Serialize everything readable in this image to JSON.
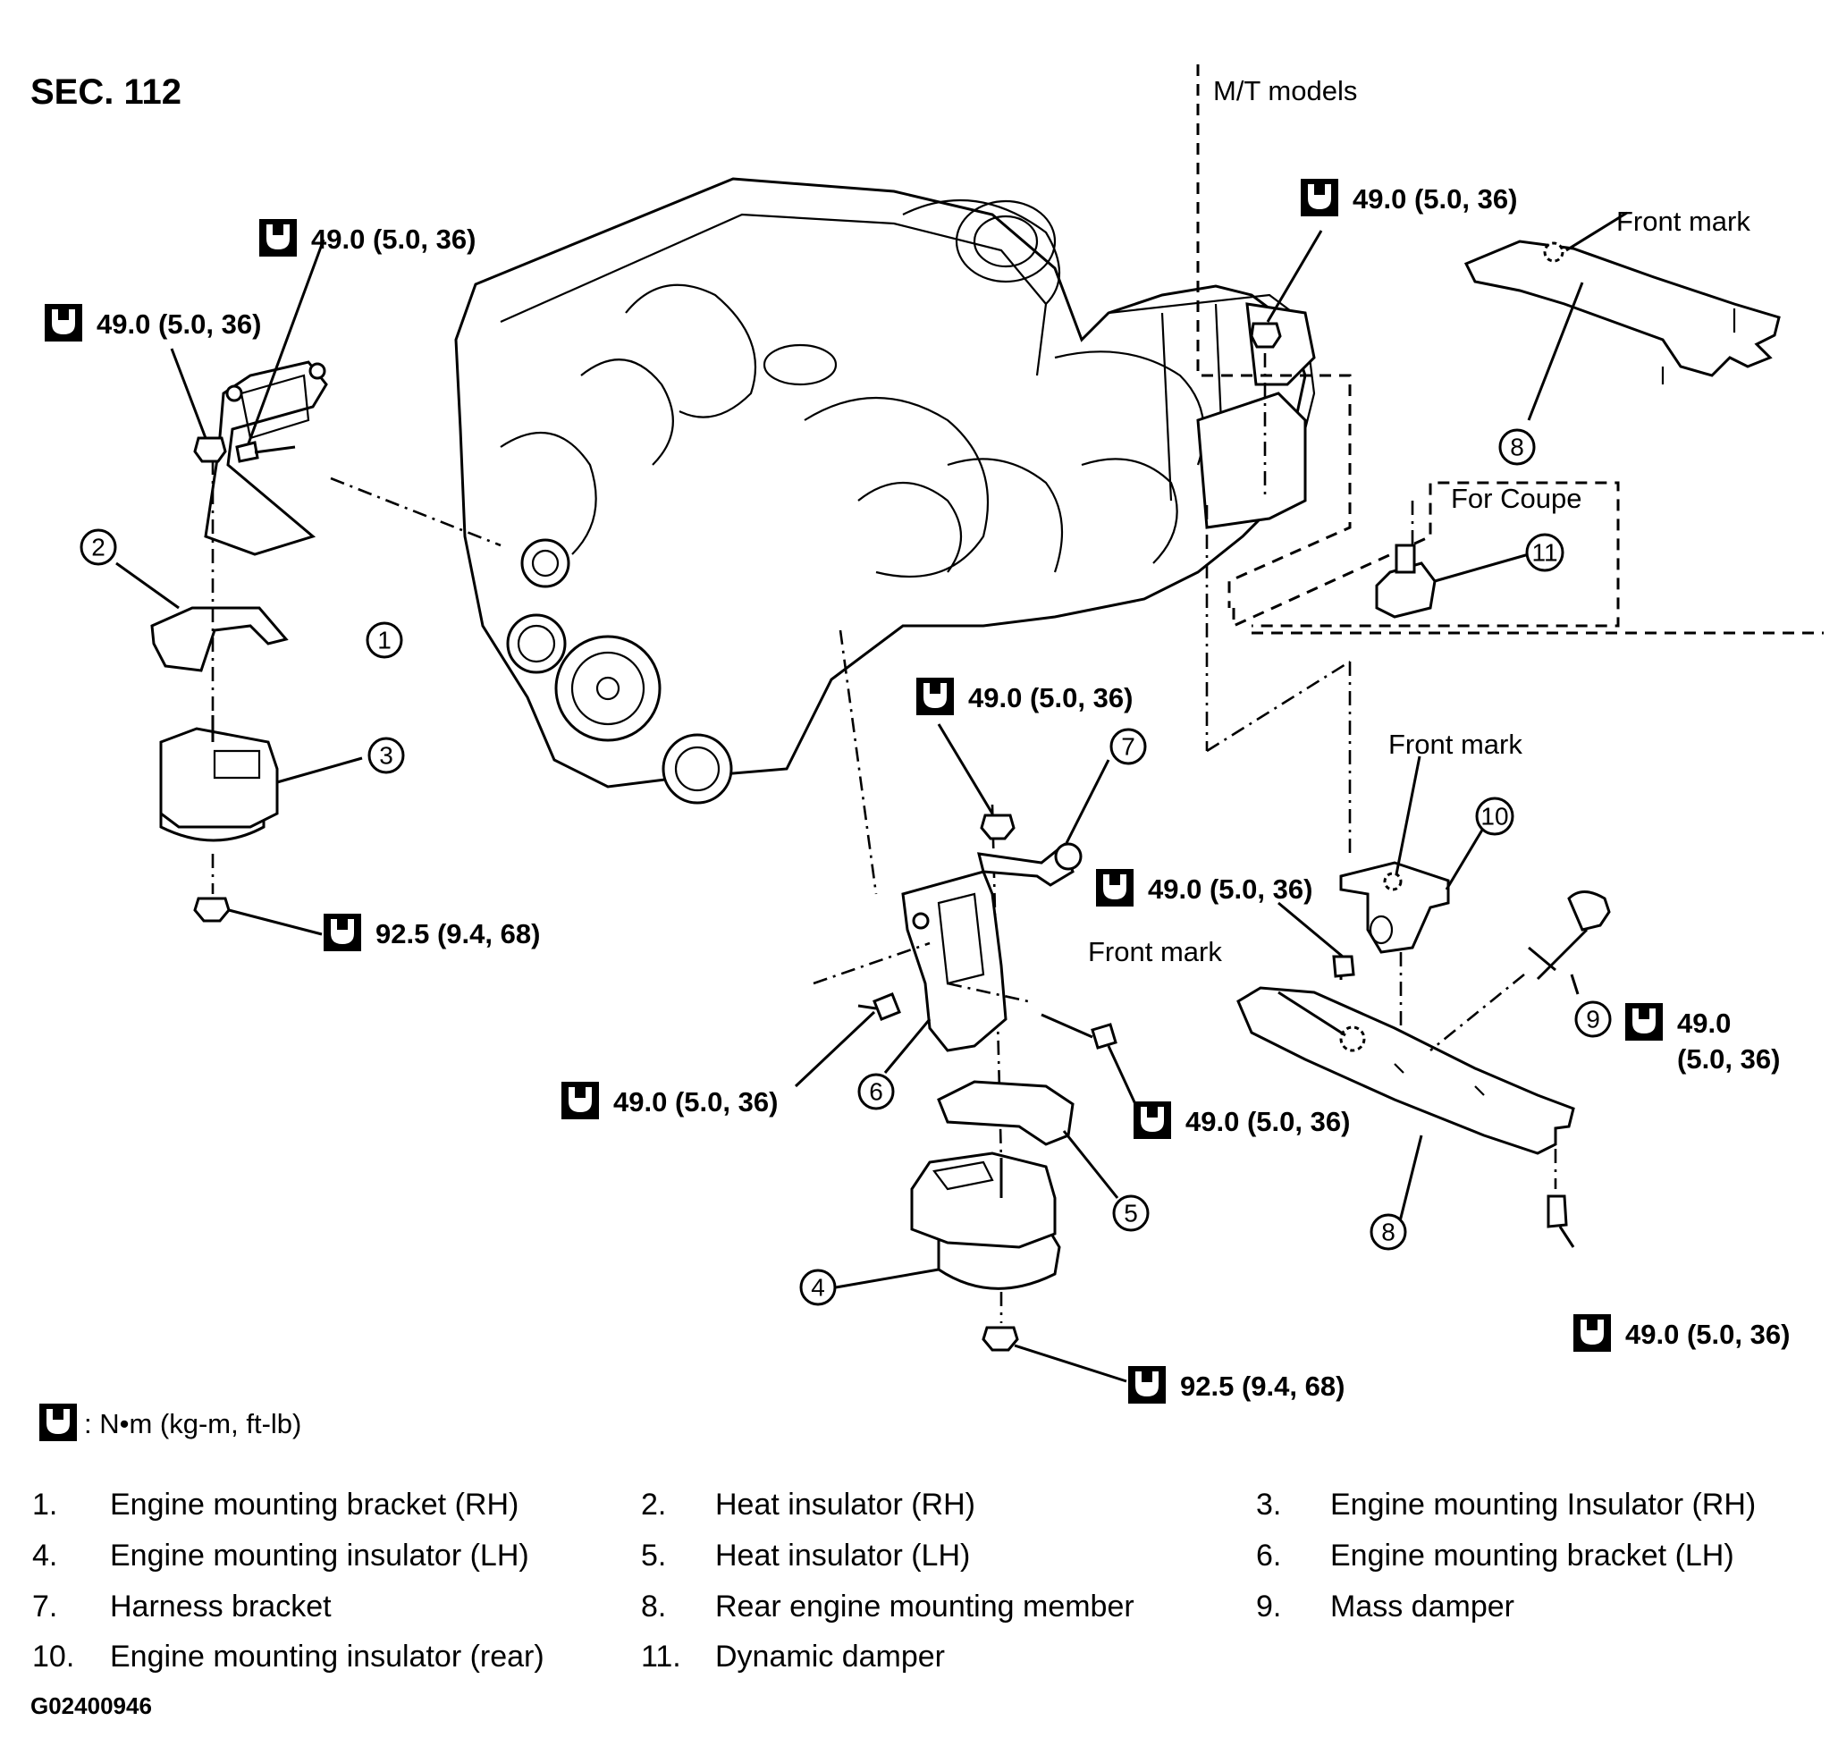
{
  "section": "SEC. 112",
  "torque_unit_legend": ": N•m (kg-m, ft-lb)",
  "boxes": {
    "mt_models": "M/T models",
    "for_coupe": "For Coupe"
  },
  "front_mark": "Front mark",
  "torques": {
    "t49": "49.0 (5.0, 36)",
    "t92": "92.5 (9.4, 68)",
    "t49_line1": "49.0",
    "t49_line2": "(5.0, 36)"
  },
  "callouts": [
    "1",
    "2",
    "3",
    "4",
    "5",
    "6",
    "7",
    "8",
    "9",
    "10",
    "11"
  ],
  "legend": [
    {
      "no": "1.",
      "name": "Engine mounting bracket (RH)"
    },
    {
      "no": "2.",
      "name": "Heat insulator (RH)"
    },
    {
      "no": "3.",
      "name": "Engine mounting Insulator (RH)"
    },
    {
      "no": "4.",
      "name": "Engine mounting insulator (LH)"
    },
    {
      "no": "5.",
      "name": "Heat insulator (LH)"
    },
    {
      "no": "6.",
      "name": "Engine mounting bracket (LH)"
    },
    {
      "no": "7.",
      "name": "Harness bracket"
    },
    {
      "no": "8.",
      "name": "Rear engine mounting member"
    },
    {
      "no": "9.",
      "name": "Mass damper"
    },
    {
      "no": "10.",
      "name": "Engine mounting insulator (rear)"
    },
    {
      "no": "11.",
      "name": "Dynamic damper"
    }
  ],
  "figure_code": "G02400946"
}
